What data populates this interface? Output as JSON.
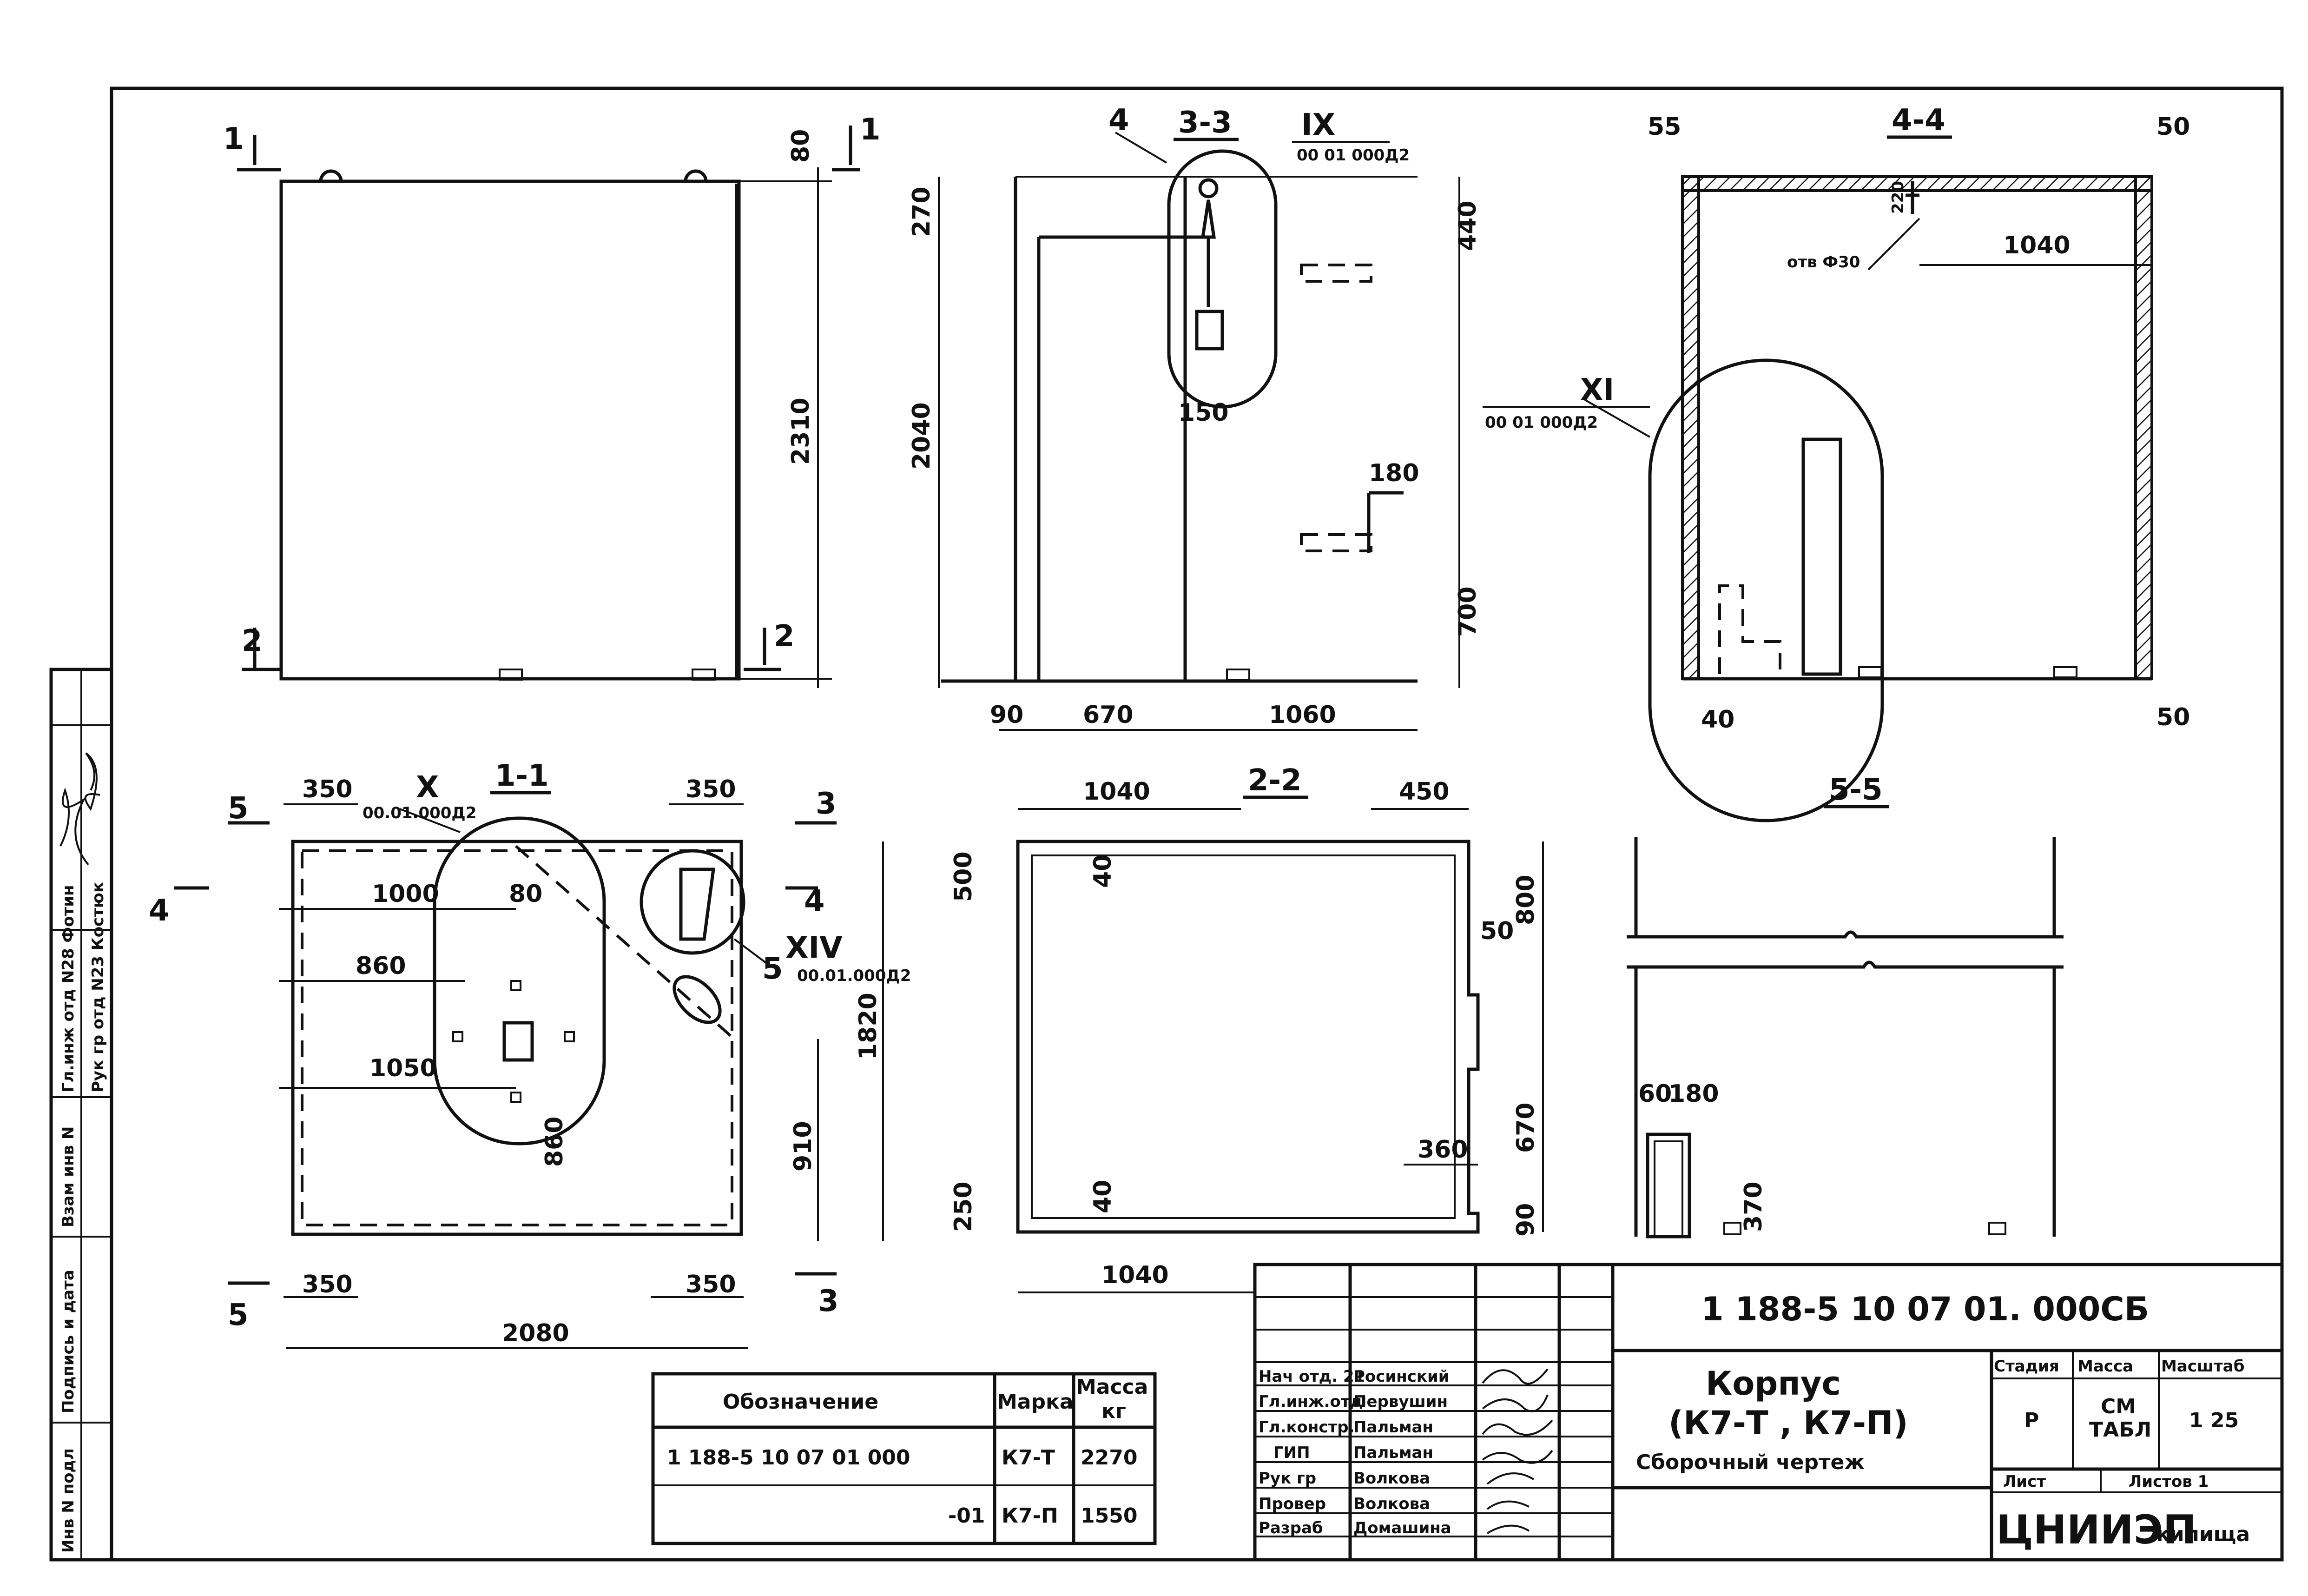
{
  "views": {
    "view_11": {
      "cut_left": "1",
      "cut_right": "1",
      "cut_bl": "2",
      "cut_br": "2",
      "dim_80": "80",
      "dim_2310": "2310"
    },
    "view_33": {
      "title": "3-3",
      "callout_4": "4",
      "detail_ref": "IX",
      "detail_code": "00 01 000Д2",
      "dim_270": "270",
      "dim_440": "440",
      "dim_2040": "2040",
      "dim_150": "150",
      "dim_180": "180",
      "dim_700": "700",
      "dim_90": "90",
      "dim_670": "670",
      "dim_1060": "1060"
    },
    "view_44": {
      "title": "4-4",
      "dim_55": "55",
      "dim_50a": "50",
      "dim_220": "220",
      "hole": "отв Ф30",
      "dim_1040": "1040",
      "detail_ref": "XI",
      "detail_code": "00 01 000Д2",
      "dim_40": "40",
      "dim_50b": "50"
    },
    "view_1_1": {
      "title": "1-1",
      "cut5_top": "5",
      "cut5_bot": "5",
      "cut3_top": "3",
      "cut3_bot": "3",
      "cut4_left": "4",
      "cut4_right": "4",
      "callout_5": "5",
      "detail_x": "X",
      "detail_x_code": "00.01.000Д2",
      "detail_xiv": "XIV",
      "detail_xiv_code": "00.01.000Д2",
      "dim_350a": "350",
      "dim_350b": "350",
      "dim_350c": "350",
      "dim_350d": "350",
      "dim_1000": "1000",
      "dim_80": "80",
      "dim_860a": "860",
      "dim_1050": "1050",
      "dim_860b": "860",
      "dim_910": "910",
      "dim_1820": "1820",
      "dim_2080": "2080"
    },
    "view_2_2": {
      "title": "2-2",
      "dim_1040a": "1040",
      "dim_450": "450",
      "dim_500": "500",
      "dim_40a": "40",
      "dim_800": "800",
      "dim_50": "50",
      "dim_670": "670",
      "dim_360": "360",
      "dim_250": "250",
      "dim_40b": "40",
      "dim_90": "90",
      "dim_1040b": "1040"
    },
    "view_5_5": {
      "title": "5-5",
      "dim_60": "60",
      "dim_180": "180",
      "dim_370": "370"
    }
  },
  "spec_table": {
    "headers": {
      "designation": "Обозначение",
      "mark": "Марка",
      "mass": "Масса",
      "mass_unit": "кг"
    },
    "rows": [
      {
        "designation": "1 188-5 10    07 01 000",
        "mark": "К7-Т",
        "mass": "2270"
      },
      {
        "designation": "-01",
        "mark": "К7-П",
        "mass": "1550"
      }
    ]
  },
  "title_block": {
    "doc_code": "1 188-5 10     07 01. 000СБ",
    "name_line1": "Корпус",
    "name_line2": "(К7-Т , К7-П)",
    "name_line3": "Сборочный чертеж",
    "stage_label": "Стадия",
    "mass_label": "Масса",
    "scale_label": "Масштаб",
    "stage": "Р",
    "mass_line1": "СМ",
    "mass_line2": "ТАБЛ",
    "scale": "1 25",
    "sheet_label": "Лист",
    "sheets_label": "Листов 1",
    "org": "ЦНИИЭП",
    "org_suffix": "жилища",
    "staff": [
      {
        "role": "Нач отд. 21",
        "name": "Росинский"
      },
      {
        "role": "Гл.инж.отд",
        "name": "Первушин"
      },
      {
        "role": "Гл.констр.",
        "name": "Пальман"
      },
      {
        "role": "ГИП",
        "name": "Пальман"
      },
      {
        "role": "Рук гр",
        "name": "Волкова"
      },
      {
        "role": "Провер",
        "name": "Волкова"
      },
      {
        "role": "Разраб",
        "name": "Домашина"
      }
    ]
  },
  "side_stamp": {
    "col1": "Гл.инж отд N28 Фотин",
    "col2": "Рук гр отд N23 Костюк",
    "cells": [
      "Инв N подл",
      "Подпись и дата",
      "Взам инв N"
    ]
  }
}
